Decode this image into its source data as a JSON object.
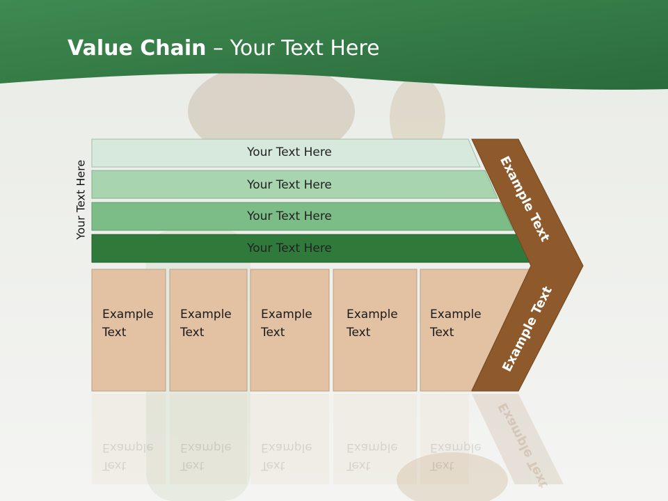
{
  "title": {
    "bold": "Value Chain",
    "rest": " – Your Text Here"
  },
  "side_label": "Your Text Here",
  "bars": [
    {
      "label": "Your Text Here",
      "color": "#d6e9dc"
    },
    {
      "label": "Your Text Here",
      "color": "#a8d4b0"
    },
    {
      "label": "Your Text Here",
      "color": "#7cbc86"
    },
    {
      "label": "Your Text Here",
      "color": "#2f7a3a"
    }
  ],
  "boxes": [
    {
      "line1": "Example",
      "line2": "Text"
    },
    {
      "line1": "Example",
      "line2": "Text"
    },
    {
      "line1": "Example",
      "line2": "Text"
    },
    {
      "line1": "Example",
      "line2": "Text"
    },
    {
      "line1": "Example",
      "line2": "Text"
    }
  ],
  "chevron": {
    "top_label": "Example Text",
    "bottom_label": "Example Text"
  },
  "colors": {
    "header_green": "#2f7a43",
    "box_fill": "#e2c2a2",
    "chevron_brown": "#8e5a2c"
  }
}
